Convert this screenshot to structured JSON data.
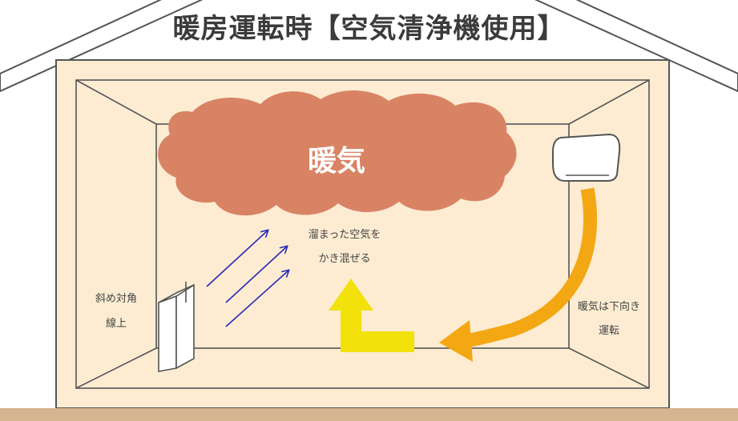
{
  "title": "暖房運転時【空気清浄機使用】",
  "cloud_label": "暖気",
  "mix_label": [
    "溜まった空気を",
    "かき混ぜる"
  ],
  "diagonal_label": [
    "斜め対角",
    "線上"
  ],
  "downward_label": [
    "暖気は下向き",
    "運転"
  ],
  "colors": {
    "wall": "#fdecd2",
    "ground": "#d4b590",
    "warm_air": "#d98365",
    "ac_airflow": "#f3a712",
    "purifier_airflow": "#f2e10a",
    "blue_arrows": "#2a2ab8",
    "outline": "#555555"
  }
}
